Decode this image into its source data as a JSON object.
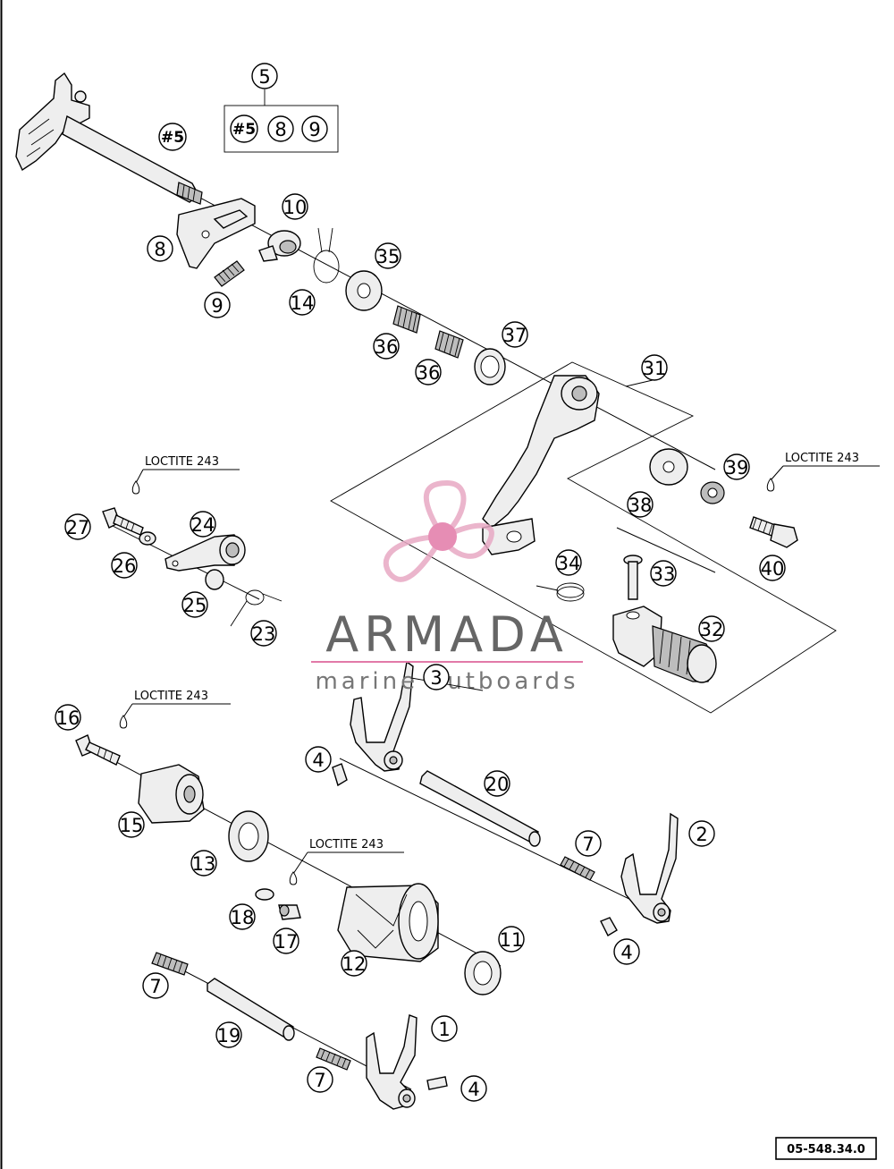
{
  "diagram": {
    "kit": {
      "label": "5",
      "contents": [
        "#5",
        "8",
        "9"
      ]
    },
    "callouts": [
      {
        "id": "shaft",
        "label": "#5"
      },
      {
        "id": "p8",
        "label": "8"
      },
      {
        "id": "p9",
        "label": "9"
      },
      {
        "id": "p10",
        "label": "10"
      },
      {
        "id": "p14",
        "label": "14"
      },
      {
        "id": "p35",
        "label": "35"
      },
      {
        "id": "p36a",
        "label": "36"
      },
      {
        "id": "p36b",
        "label": "36"
      },
      {
        "id": "p37",
        "label": "37"
      },
      {
        "id": "p31",
        "label": "31"
      },
      {
        "id": "p39",
        "label": "39"
      },
      {
        "id": "p38",
        "label": "38"
      },
      {
        "id": "p40",
        "label": "40"
      },
      {
        "id": "p34",
        "label": "34"
      },
      {
        "id": "p33",
        "label": "33"
      },
      {
        "id": "p32",
        "label": "32"
      },
      {
        "id": "p27",
        "label": "27"
      },
      {
        "id": "p24",
        "label": "24"
      },
      {
        "id": "p26",
        "label": "26"
      },
      {
        "id": "p25",
        "label": "25"
      },
      {
        "id": "p23",
        "label": "23"
      },
      {
        "id": "p3",
        "label": "3"
      },
      {
        "id": "p16",
        "label": "16"
      },
      {
        "id": "p4a",
        "label": "4"
      },
      {
        "id": "p20",
        "label": "20"
      },
      {
        "id": "p15",
        "label": "15"
      },
      {
        "id": "p2",
        "label": "2"
      },
      {
        "id": "p7a",
        "label": "7"
      },
      {
        "id": "p13",
        "label": "13"
      },
      {
        "id": "p18",
        "label": "18"
      },
      {
        "id": "p17",
        "label": "17"
      },
      {
        "id": "p12",
        "label": "12"
      },
      {
        "id": "p11",
        "label": "11"
      },
      {
        "id": "p4b",
        "label": "4"
      },
      {
        "id": "p7b",
        "label": "7"
      },
      {
        "id": "p19",
        "label": "19"
      },
      {
        "id": "p1",
        "label": "1"
      },
      {
        "id": "p7c",
        "label": "7"
      },
      {
        "id": "p4c",
        "label": "4"
      }
    ],
    "notes": [
      {
        "id": "n1",
        "text": "LOCTITE 243"
      },
      {
        "id": "n2",
        "text": "LOCTITE 243"
      },
      {
        "id": "n3",
        "text": "LOCTITE 243"
      },
      {
        "id": "n4",
        "text": "LOCTITE 243"
      }
    ],
    "reference": "05-548.34.0"
  },
  "watermark": {
    "brand": "ARMADA",
    "tagline": "marine outboards",
    "colors": {
      "logo": "#e8a9c4",
      "logo_center": "#e27aa8",
      "text": "#666666",
      "rule": "#e27aa8"
    }
  }
}
